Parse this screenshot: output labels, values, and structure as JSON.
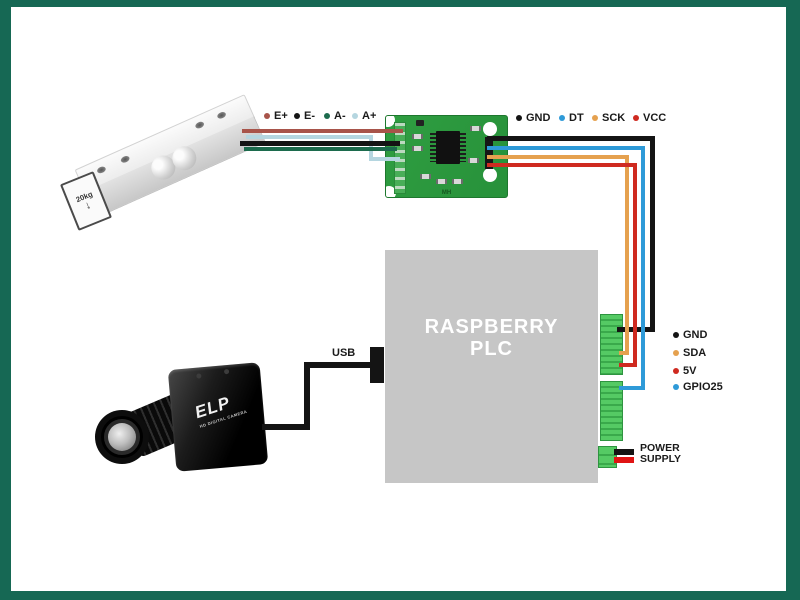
{
  "frame": {
    "border_color": "#166854",
    "background": "#ffffff"
  },
  "load_cell": {
    "capacity_label": "20kg",
    "arrow": "↓"
  },
  "hx711_board": {
    "marking": "MH",
    "pcb_color": "#2f9e41"
  },
  "plc": {
    "title_line1": "RASPBERRY",
    "title_line2": "PLC",
    "body_color": "#c6c6c6"
  },
  "camera": {
    "logo": "ELP",
    "caption": "HD DIGITAL CAMERA"
  },
  "pin_labels": {
    "loadcell": [
      "E+",
      "E-",
      "A-",
      "A+"
    ],
    "hx711": [
      "GND",
      "DT",
      "SCK",
      "VCC"
    ],
    "plc": [
      "GND",
      "SDA",
      "5V",
      "GPIO25"
    ]
  },
  "wires": {
    "e_plus": "#a8544a",
    "e_minus": "#141414",
    "a_minus": "#1c6b4d",
    "a_plus": "#b5d6e0",
    "gnd": "#141414",
    "dt": "#2e9ad8",
    "sck": "#e5a14f",
    "vcc": "#cf2a20",
    "power_black": "#141414",
    "power_red": "#e01414",
    "usb_cable": "#141414"
  },
  "power_supply": {
    "line1": "POWER",
    "line2": "SUPPLY"
  },
  "usb_label": "USB",
  "terminal_color": "#52c962"
}
